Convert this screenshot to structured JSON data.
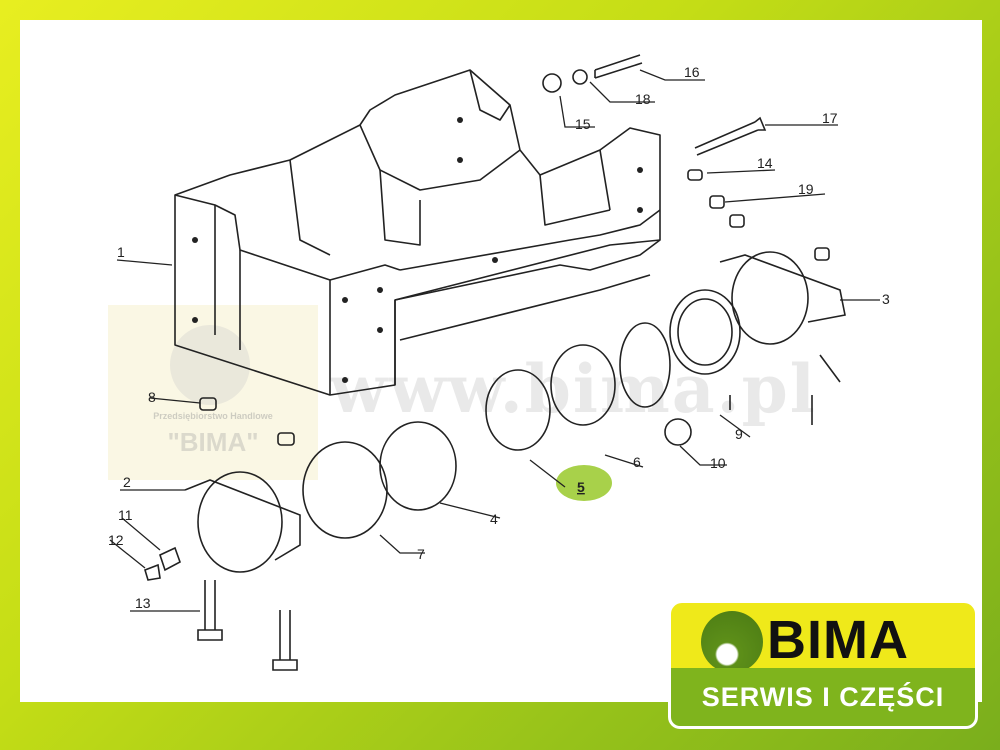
{
  "watermark": {
    "url": "www.bima.pl",
    "caption": "Przedsiębiorstwo Handlowe",
    "brand": "\"BIMA\""
  },
  "parts": {
    "p1": "1",
    "p2": "2",
    "p3": "3",
    "p4": "4",
    "p5": "5",
    "p6": "6",
    "p7": "7",
    "p8": "8",
    "p9": "9",
    "p10": "10",
    "p11": "11",
    "p12": "12",
    "p13": "13",
    "p14": "14",
    "p15": "15",
    "p16": "16",
    "p17": "17",
    "p18": "18",
    "p19": "19"
  },
  "highlight": {
    "part": "5",
    "color": "#a8d14a"
  },
  "logo": {
    "name": "BIMA",
    "tagline": "SERWIS I CZĘŚCI",
    "colors": {
      "yellow": "#efe91a",
      "green": "#7fb41d"
    }
  }
}
